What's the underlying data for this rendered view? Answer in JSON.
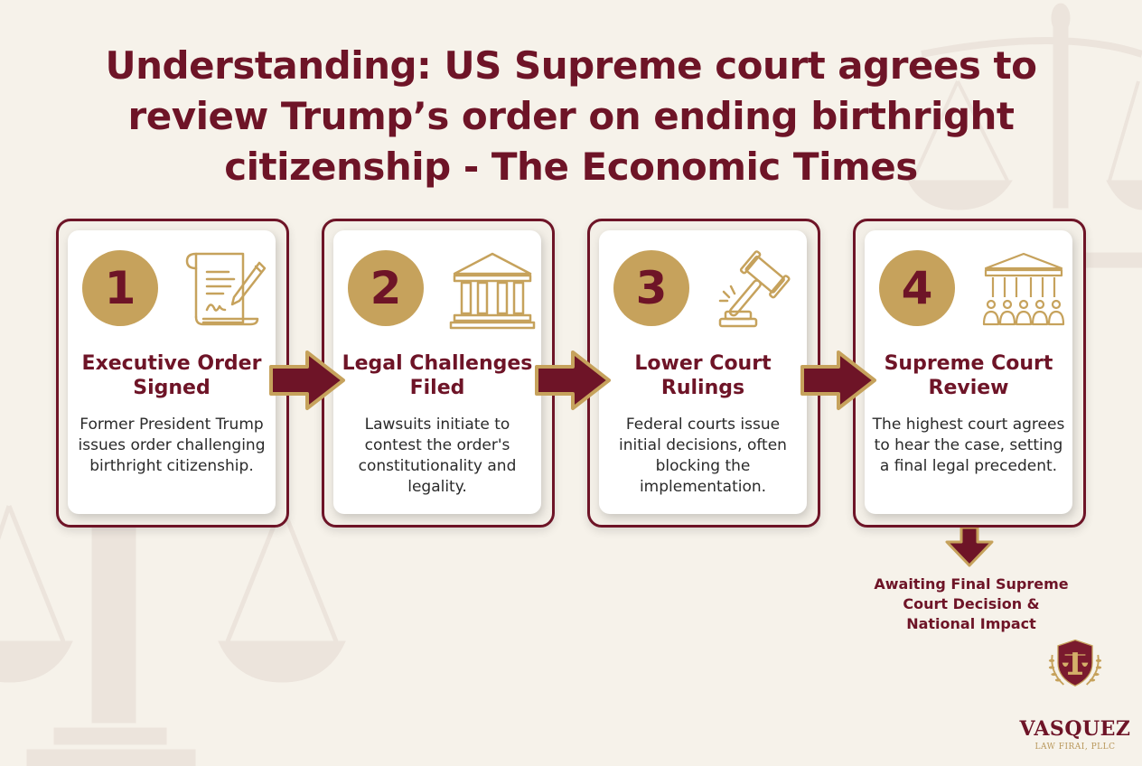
{
  "title": {
    "lines": [
      "Understanding: US Supreme court agrees to",
      "review Trump’s order on ending birthright",
      "citizenship - The Economic Times"
    ]
  },
  "colors": {
    "primary": "#6e1427",
    "gold": "#c6a25c",
    "background": "#f6f2ea",
    "card": "#ffffff"
  },
  "steps": [
    {
      "number": "1",
      "icon": "signed-document-icon",
      "title_lines": [
        "Executive Order",
        "Signed"
      ],
      "description": "Former President Trump issues order challenging birthright citizenship."
    },
    {
      "number": "2",
      "icon": "courthouse-icon",
      "title_lines": [
        "Legal Challenges",
        "Filed"
      ],
      "description": "Lawsuits initiate to contest the order's constitutionality and legality."
    },
    {
      "number": "3",
      "icon": "gavel-icon",
      "title_lines": [
        "Lower Court",
        "Rulings"
      ],
      "description": "Federal courts issue initial decisions, often blocking the implementation."
    },
    {
      "number": "4",
      "icon": "supreme-court-justices-icon",
      "title_lines": [
        "Supreme Court",
        "Review"
      ],
      "description": "The highest court agrees to hear the case, setting a final legal precedent."
    }
  ],
  "outcome": {
    "lines": [
      "Awaiting Final Supreme",
      "Court Decision &",
      "National Impact"
    ]
  },
  "logo": {
    "name": "VASQUEZ",
    "subtitle": "LAW FIRAI, PLLC"
  }
}
